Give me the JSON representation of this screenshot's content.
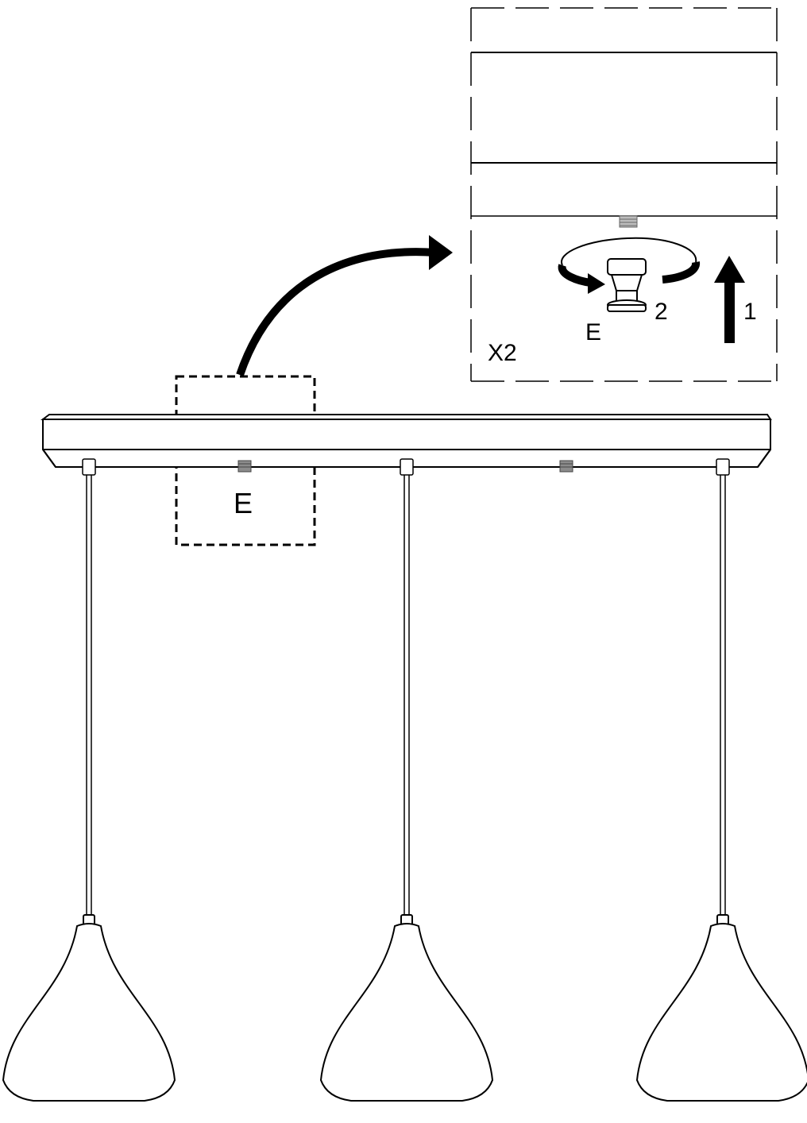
{
  "diagram": {
    "title": "",
    "labels": {
      "main_part": "E",
      "detail_part": "E",
      "step_rotate": "2",
      "step_lift": "1",
      "quantity": "X2"
    },
    "pendant_count": 3,
    "connector_count": 2,
    "colors": {
      "line": "#000000",
      "fill": "#ffffff",
      "connector": "#7a7a7a"
    }
  }
}
